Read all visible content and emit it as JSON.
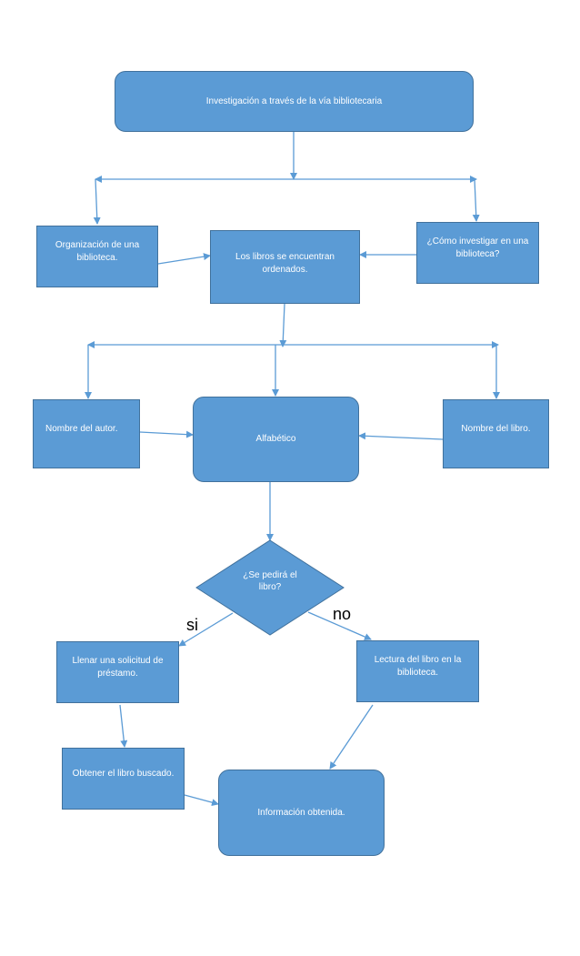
{
  "nodes": {
    "title": "Investigación a través de la vía bibliotecaria",
    "organizacion": "Organización de una biblioteca.",
    "libros_ordenados": "Los libros se encuentran ordenados.",
    "como_investigar": "¿Cómo investigar en una biblioteca?",
    "nombre_autor": "Nombre del autor.",
    "alfabetico": "Alfabético",
    "nombre_libro": "Nombre del libro.",
    "decision": "¿Se pedirá el libro?",
    "llenar_solicitud": "Llenar una solicitud de préstamo.",
    "lectura": "Lectura del libro en la biblioteca.",
    "obtener": "Obtener el libro buscado.",
    "informacion": "Información obtenida."
  },
  "labels": {
    "yes": "si",
    "no": "no"
  },
  "colors": {
    "fill": "#5b9bd5",
    "border": "#41719c",
    "edge": "#5b9bd5"
  }
}
